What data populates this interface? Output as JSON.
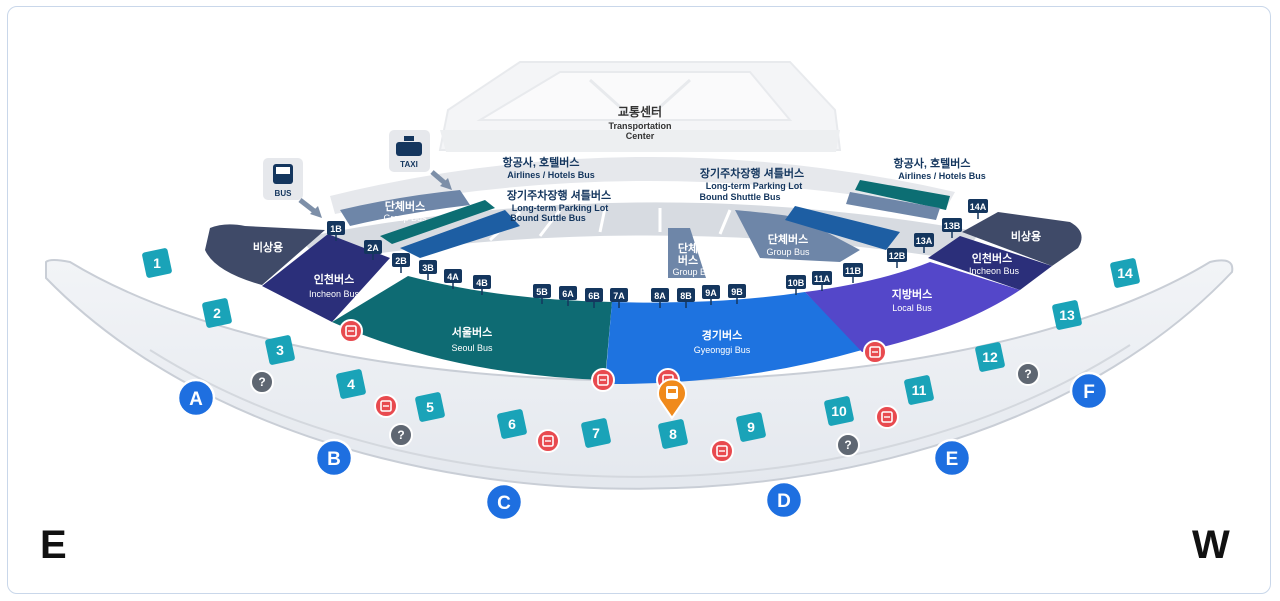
{
  "transport_center": {
    "ko": "교통센터",
    "en1": "Transportation",
    "en2": "Center"
  },
  "icons": {
    "bus_label": "BUS",
    "taxi_label": "TAXI"
  },
  "airline_left": {
    "ko": "항공사, 호텔버스",
    "en": "Airlines / Hotels Bus"
  },
  "parking_left": {
    "ko": "장기주차장행 셔틀버스",
    "en1": "Long-term Parking Lot",
    "en2": "Bound Suttle Bus"
  },
  "parking_right": {
    "ko": "장기주차장행 셔틀버스",
    "en1": "Long-term Parking Lot",
    "en2": "Bound Shuttle Bus"
  },
  "airline_right": {
    "ko": "항공사, 호텔버스",
    "en": "Airlines / Hotels Bus"
  },
  "zones": {
    "emergency_left": "비상용",
    "emergency_right": "비상용",
    "group_left": {
      "ko": "단체버스",
      "en": "Group Bus"
    },
    "group_center": {
      "ko1": "단체",
      "ko2": "버스",
      "en": "Group Bus"
    },
    "group_right": {
      "ko": "단체버스",
      "en": "Group Bus"
    },
    "incheon_left": {
      "ko": "인천버스",
      "en": "Incheon Bus"
    },
    "incheon_right": {
      "ko": "인천버스",
      "en": "Incheon Bus"
    },
    "seoul": {
      "ko": "서울버스",
      "en": "Seoul Bus"
    },
    "gyeonggi": {
      "ko": "경기버스",
      "en": "Gyeonggi Bus"
    },
    "local": {
      "ko": "지방버스",
      "en": "Local Bus"
    }
  },
  "bus_stops": [
    "1B",
    "2A",
    "2B",
    "3B",
    "4A",
    "4B",
    "5B",
    "6A",
    "6B",
    "7A",
    "8A",
    "8B",
    "9A",
    "9B",
    "10B",
    "11A",
    "11B",
    "12B",
    "13A",
    "13B",
    "14A"
  ],
  "gates": [
    "1",
    "2",
    "3",
    "4",
    "5",
    "6",
    "7",
    "8",
    "9",
    "10",
    "11",
    "12",
    "13",
    "14"
  ],
  "doors": [
    "A",
    "B",
    "C",
    "D",
    "E",
    "F"
  ],
  "help_symbol": "?",
  "directions": {
    "east": "E",
    "west": "W"
  },
  "colors": {
    "seoul": "#0e6b73",
    "gyeonggi": "#1e73e0",
    "local": "#5447c9",
    "incheon": "#2b2f7a",
    "emergency": "#3f4a68",
    "group": "#6e86a8",
    "shuttle": "#1d5ea3",
    "airline": "#0c6e73",
    "gate": "#1aa3b8",
    "door": "#1e6fe0",
    "ticket": "#e84a4f",
    "current_location": "#f08a1c"
  }
}
